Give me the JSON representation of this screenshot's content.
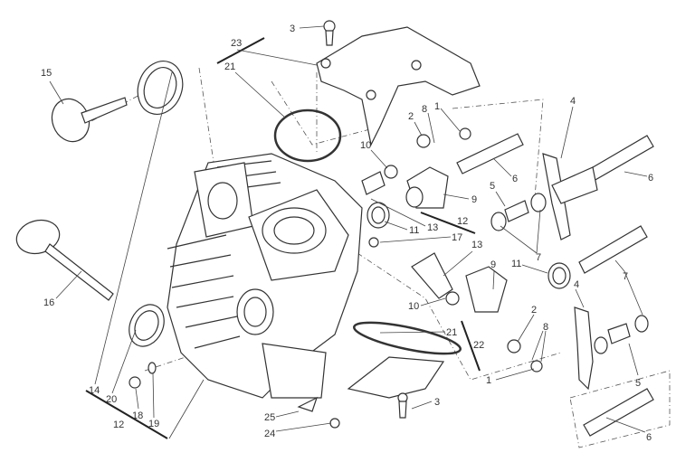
{
  "diagram": {
    "title": "Horizontal cylinder head exploded view",
    "callouts": [
      "3",
      "23",
      "21",
      "15",
      "8",
      "1",
      "2",
      "4",
      "10",
      "6",
      "6",
      "5",
      "9",
      "12",
      "13",
      "11",
      "17",
      "13",
      "7",
      "7",
      "9",
      "11",
      "16",
      "4",
      "2",
      "10",
      "8",
      "21",
      "22",
      "1",
      "5",
      "3",
      "14",
      "20",
      "18",
      "19",
      "12",
      "25",
      "24",
      "6"
    ]
  }
}
